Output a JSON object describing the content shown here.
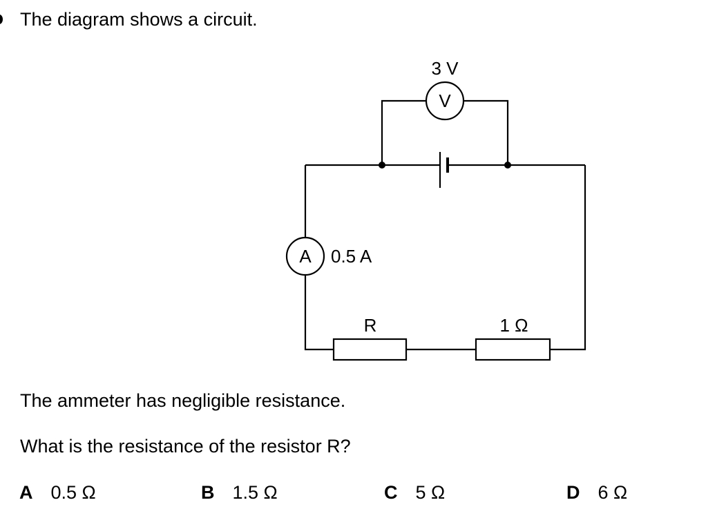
{
  "question": {
    "title": "The diagram shows a circuit.",
    "note": "The ammeter has negligible resistance.",
    "prompt": "What is the resistance of the resistor R?"
  },
  "circuit": {
    "voltmeter_symbol": "V",
    "voltmeter_reading": "3 V",
    "ammeter_symbol": "A",
    "ammeter_reading": "0.5 A",
    "resistor_r_label": "R",
    "resistor_fixed_label": "1 Ω"
  },
  "options": [
    {
      "letter": "A",
      "value": "0.5 Ω"
    },
    {
      "letter": "B",
      "value": "1.5 Ω"
    },
    {
      "letter": "C",
      "value": "5 Ω"
    },
    {
      "letter": "D",
      "value": "6 Ω"
    }
  ]
}
